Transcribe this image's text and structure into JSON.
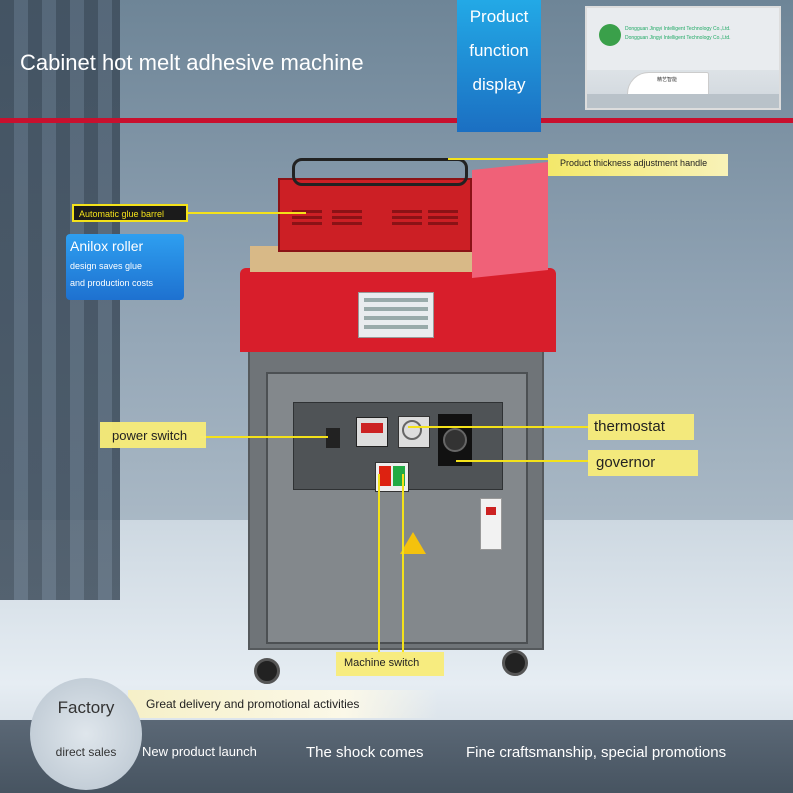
{
  "header": {
    "title": "Cabinet hot melt adhesive machine",
    "tab_lines": [
      "Product",
      "function",
      "display"
    ],
    "inset": {
      "company_line_1": "Dongguan Jingyi Intelligent Technology Co.,Ltd.",
      "company_line_2": "Dongguan Jingyi Intelligent Technology Co.,Ltd.",
      "desk_label": "精艺智能"
    }
  },
  "callouts": {
    "thickness_handle": "Product thickness adjustment handle",
    "glue_barrel": "Automatic glue barrel",
    "anilox_title": "Anilox roller",
    "anilox_line_1": "design saves glue",
    "anilox_line_2": "and production costs",
    "power_switch": "power switch",
    "thermostat": "thermostat",
    "governor": "governor",
    "machine_switch": "Machine switch"
  },
  "footer": {
    "badge_line_1": "Factory",
    "badge_line_2": "direct sales",
    "strip_text": "Great delivery and promotional activities",
    "items": [
      "New product launch",
      "The shock comes",
      "Fine craftsmanship, special promotions"
    ]
  },
  "colors": {
    "accent_red": "#c8102e",
    "callout_yellow": "#f8ec78",
    "tab_blue": "#1e8fe0",
    "machine_red": "#d81e2b"
  }
}
